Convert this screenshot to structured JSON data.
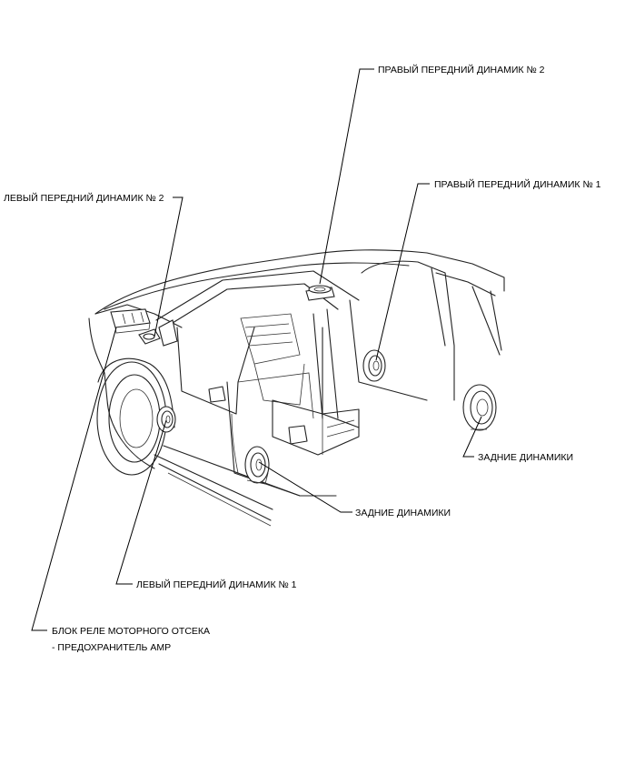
{
  "labels": {
    "right_front_2": "ПРАВЫЙ ПЕРЕДНИЙ ДИНАМИК № 2",
    "left_front_2": "ЛЕВЫЙ ПЕРЕДНИЙ ДИНАМИК № 2",
    "right_front_1": "ПРАВЫЙ ПЕРЕДНИЙ ДИНАМИК № 1",
    "rear_right": "ЗАДНИЕ ДИНАМИКИ",
    "rear_left": "ЗАДНИЕ ДИНАМИКИ",
    "left_front_1": "ЛЕВЫЙ ПЕРЕДНИЙ ДИНАМИК № 1",
    "relay_block_line1": "БЛОК РЕЛЕ МОТОРНОГО ОТСЕКА",
    "relay_block_line2": "- ПРЕДОХРАНИТЕЛЬ AMP"
  }
}
